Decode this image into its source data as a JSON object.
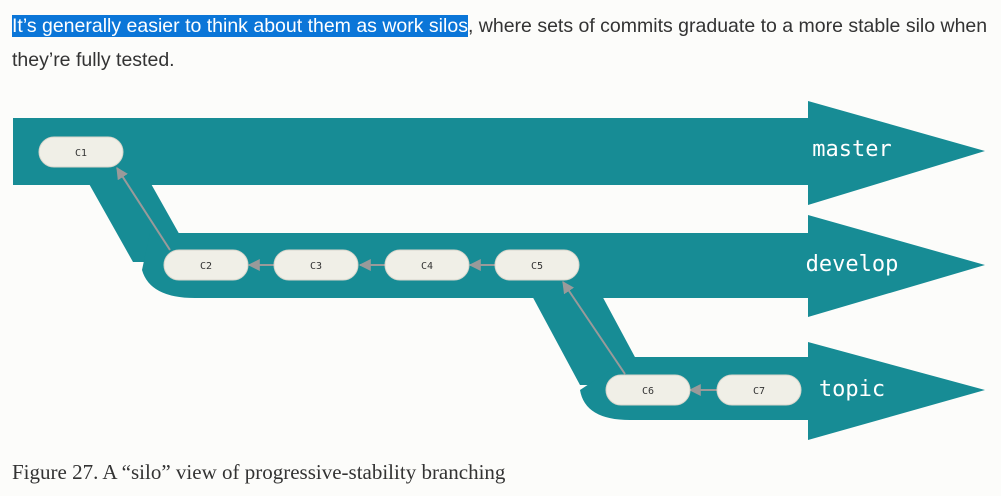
{
  "text": {
    "highlighted": "It’s generally easier to think about them as work silos",
    "rest": ", where sets of commits graduate to a more stable silo when they’re fully tested."
  },
  "figure": {
    "commits": [
      "C1",
      "C2",
      "C3",
      "C4",
      "C5",
      "C6",
      "C7"
    ],
    "branches": [
      "master",
      "develop",
      "topic"
    ],
    "colors": {
      "band": "#178c95",
      "commit_fill": "#f0efe7",
      "arrow": "#9a9a9a"
    }
  },
  "caption": "Figure 27. A “silo” view of progressive-stability branching"
}
